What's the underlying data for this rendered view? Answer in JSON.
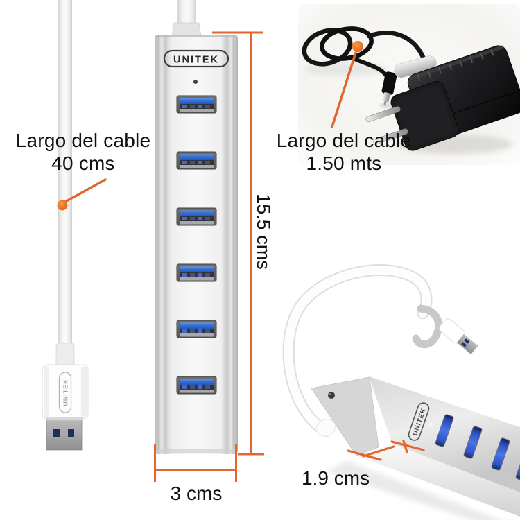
{
  "brand": "UNITEK",
  "labels": {
    "cable_left": {
      "line1": "Largo del cable",
      "line2": "40 cms"
    },
    "cable_adapter": {
      "line1": "Largo del cable",
      "line2": "1.50 mts"
    },
    "hub_height": "15.5 cms",
    "hub_width": "3 cms",
    "hub_thickness": "1.9 cms"
  },
  "colors": {
    "annotation_orange": "#e2672f",
    "usb_blue": "#3a77dd",
    "text_black": "#111111",
    "hub_silver": "#e9e9e9",
    "adapter_black": "#1a1a1c",
    "background": "#ffffff"
  }
}
